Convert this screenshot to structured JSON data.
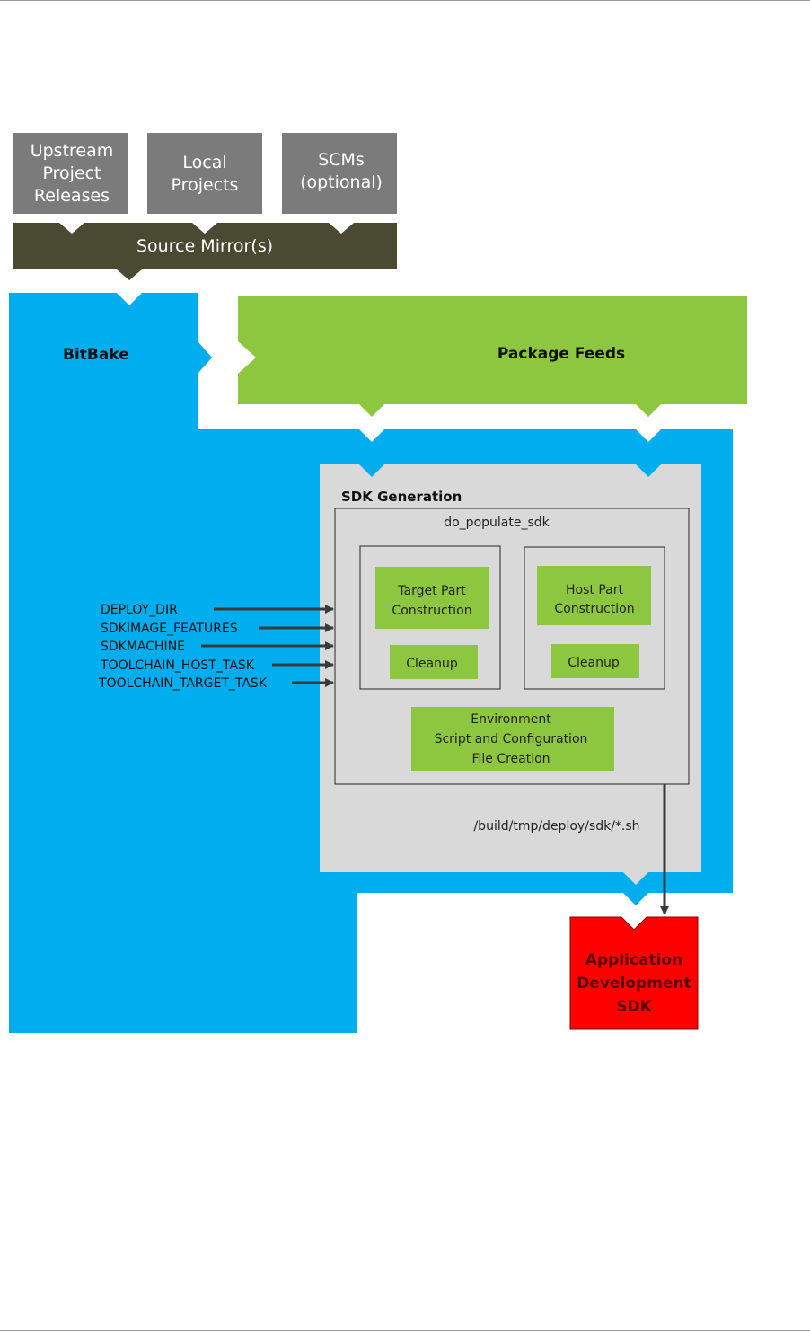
{
  "sources": {
    "upstream": [
      "Upstream",
      "Project",
      "Releases"
    ],
    "local": [
      "Local",
      "Projects"
    ],
    "scms": [
      "SCMs",
      "(optional)"
    ],
    "mirror": "Source Mirror(s)"
  },
  "bitbake": "BitBake",
  "package_feeds": "Package Feeds",
  "sdk_generation": {
    "title": "SDK Generation",
    "task": "do_populate_sdk",
    "target": [
      "Target Part",
      "Construction"
    ],
    "target_cleanup": "Cleanup",
    "host": [
      "Host Part",
      "Construction"
    ],
    "host_cleanup": "Cleanup",
    "environment": [
      "Environment",
      "Script and Configuration",
      "File Creation"
    ],
    "output_path": "/build/tmp/deploy/sdk/*.sh"
  },
  "variables": [
    "DEPLOY_DIR",
    "SDKIMAGE_FEATURES",
    "SDKMACHINE",
    "TOOLCHAIN_HOST_TASK",
    "TOOLCHAIN_TARGET_TASK"
  ],
  "output_sdk": [
    "Application",
    "Development",
    "SDK"
  ],
  "colors": {
    "source_box": "#7b7b7b",
    "mirror": "#4a4a33",
    "bitbake": "#00aeef",
    "feeds": "#8dc63f",
    "sdk_panel": "#d9d9d9",
    "output": "#ff0000"
  }
}
